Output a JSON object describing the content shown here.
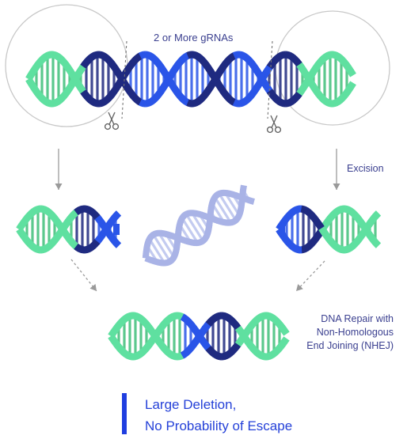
{
  "labels": {
    "grna": "2 or More gRNAs",
    "excision": "Excision",
    "repair_line1": "DNA Repair with",
    "repair_line2": "Non-Homologous",
    "repair_line3": "End Joining (NHEJ)",
    "result_line1": "Large Deletion,",
    "result_line2": "No Probability of Escape"
  },
  "colors": {
    "green": "#5fe0a0",
    "green_rung": "#3fbf7a",
    "blue": "#2a55e8",
    "navy": "#1f2a80",
    "pale": "#a9b3e6",
    "arrow": "#9a9a9a",
    "circle": "#c8c8c8",
    "text": "#3a3f8f",
    "accent": "#1f3ee0"
  },
  "icons": [
    "scissors-icon",
    "down-arrow-icon",
    "dashed-arrow-icon"
  ]
}
